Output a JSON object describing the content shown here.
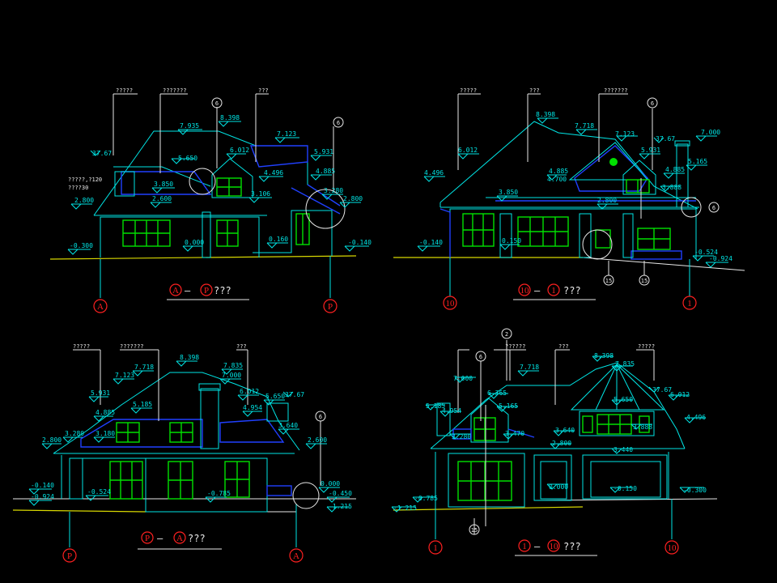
{
  "colors": {
    "background": "#000000",
    "outline": "#00e5e5",
    "text": "#e8e8e8",
    "roof": "#2040ff",
    "window": "#00e000",
    "axis": "#ff2020",
    "ground": "#d8d800"
  },
  "views": [
    {
      "title_a": "A",
      "title_dash": "—",
      "title_b": "P",
      "title_suffix": "???",
      "axis_left": "A",
      "axis_right": "P",
      "notes": [
        "?????",
        "???????",
        "???",
        "?????,?120",
        "????30"
      ],
      "levels": [
        "8.398",
        "7.935",
        "7.123",
        "6.012",
        "5.650",
        "5.931",
        "4.496",
        "4.885",
        "3.850",
        "3.106",
        "3.280",
        "2.800",
        "2.600",
        "2.800",
        "0.000",
        "0.160",
        "-0.300",
        "-0.140",
        "37.67"
      ],
      "bubbles": [
        "6",
        "6"
      ]
    },
    {
      "title_a": "10",
      "title_dash": "—",
      "title_b": "1",
      "title_suffix": "???",
      "axis_left": "10",
      "axis_right": "1",
      "notes": [
        "?????",
        "???",
        "???????"
      ],
      "levels": [
        "8.398",
        "7.718",
        "7.123",
        "6.012",
        "4.496",
        "5.931",
        "4.885",
        "4.700",
        "4.885",
        "5.165",
        "3.888",
        "3.850",
        "2.800",
        "0.150",
        "-0.140",
        "-0.524",
        "-0.924",
        "7.000",
        "37.67"
      ],
      "bubbles": [
        "6",
        "6",
        "15",
        "15"
      ]
    },
    {
      "title_a": "P",
      "title_dash": "—",
      "title_b": "A",
      "title_suffix": "???",
      "axis_left": "P",
      "axis_right": "A",
      "notes": [
        "?????",
        "???????",
        "???"
      ],
      "levels": [
        "8.398",
        "7.718",
        "7.123",
        "7.835",
        "7.000",
        "6.012",
        "5.931",
        "5.185",
        "4.885",
        "3.180",
        "3.280",
        "2.800",
        "4.954",
        "5.650",
        "3.640",
        "2.600",
        "-0.785",
        "-0.140",
        "-0.524",
        "-0.924",
        "0.000",
        "-0.450",
        "-1.215",
        "37.67"
      ],
      "bubbles": [
        "6"
      ]
    },
    {
      "title_a": "1",
      "title_dash": "—",
      "title_b": "10",
      "title_suffix": "???",
      "axis_left": "1",
      "axis_right": "10",
      "notes": [
        "??????",
        "???",
        "?????"
      ],
      "levels": [
        "8.398",
        "7.835",
        "7.718",
        "7.000",
        "6.012",
        "6.365",
        "5.185",
        "5.165",
        "5.650",
        "4.954",
        "4.496",
        "3.888",
        "3.640",
        "3.440",
        "3.280",
        "3.470",
        "2.800",
        "0.000",
        "-0.150",
        "-0.300",
        "-0.785",
        "-1.215",
        "37.67"
      ],
      "bubbles": [
        "2",
        "6",
        "15"
      ]
    }
  ]
}
